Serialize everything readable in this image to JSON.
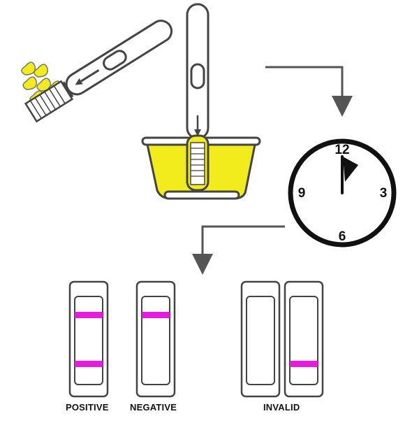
{
  "colors": {
    "outline": "#444444",
    "liquid": "#f2ec1c",
    "test_line": "#e51be0",
    "arrow": "#555555",
    "clock_outline": "#111111"
  },
  "icons": [
    "dropper-icon",
    "test-strip-icon",
    "urine-cup-icon",
    "clock-icon",
    "arrow-icon"
  ],
  "clock": {
    "numbers": {
      "n12": "12",
      "n3": "3",
      "n6": "6",
      "n9": "9"
    }
  },
  "results": {
    "positive": {
      "label": "POSITIVE",
      "line_count": 2
    },
    "negative": {
      "label": "NEGATIVE",
      "line_count": 1
    },
    "invalid": {
      "label": "INVALID",
      "examples": [
        "no lines",
        "test line only"
      ]
    }
  }
}
